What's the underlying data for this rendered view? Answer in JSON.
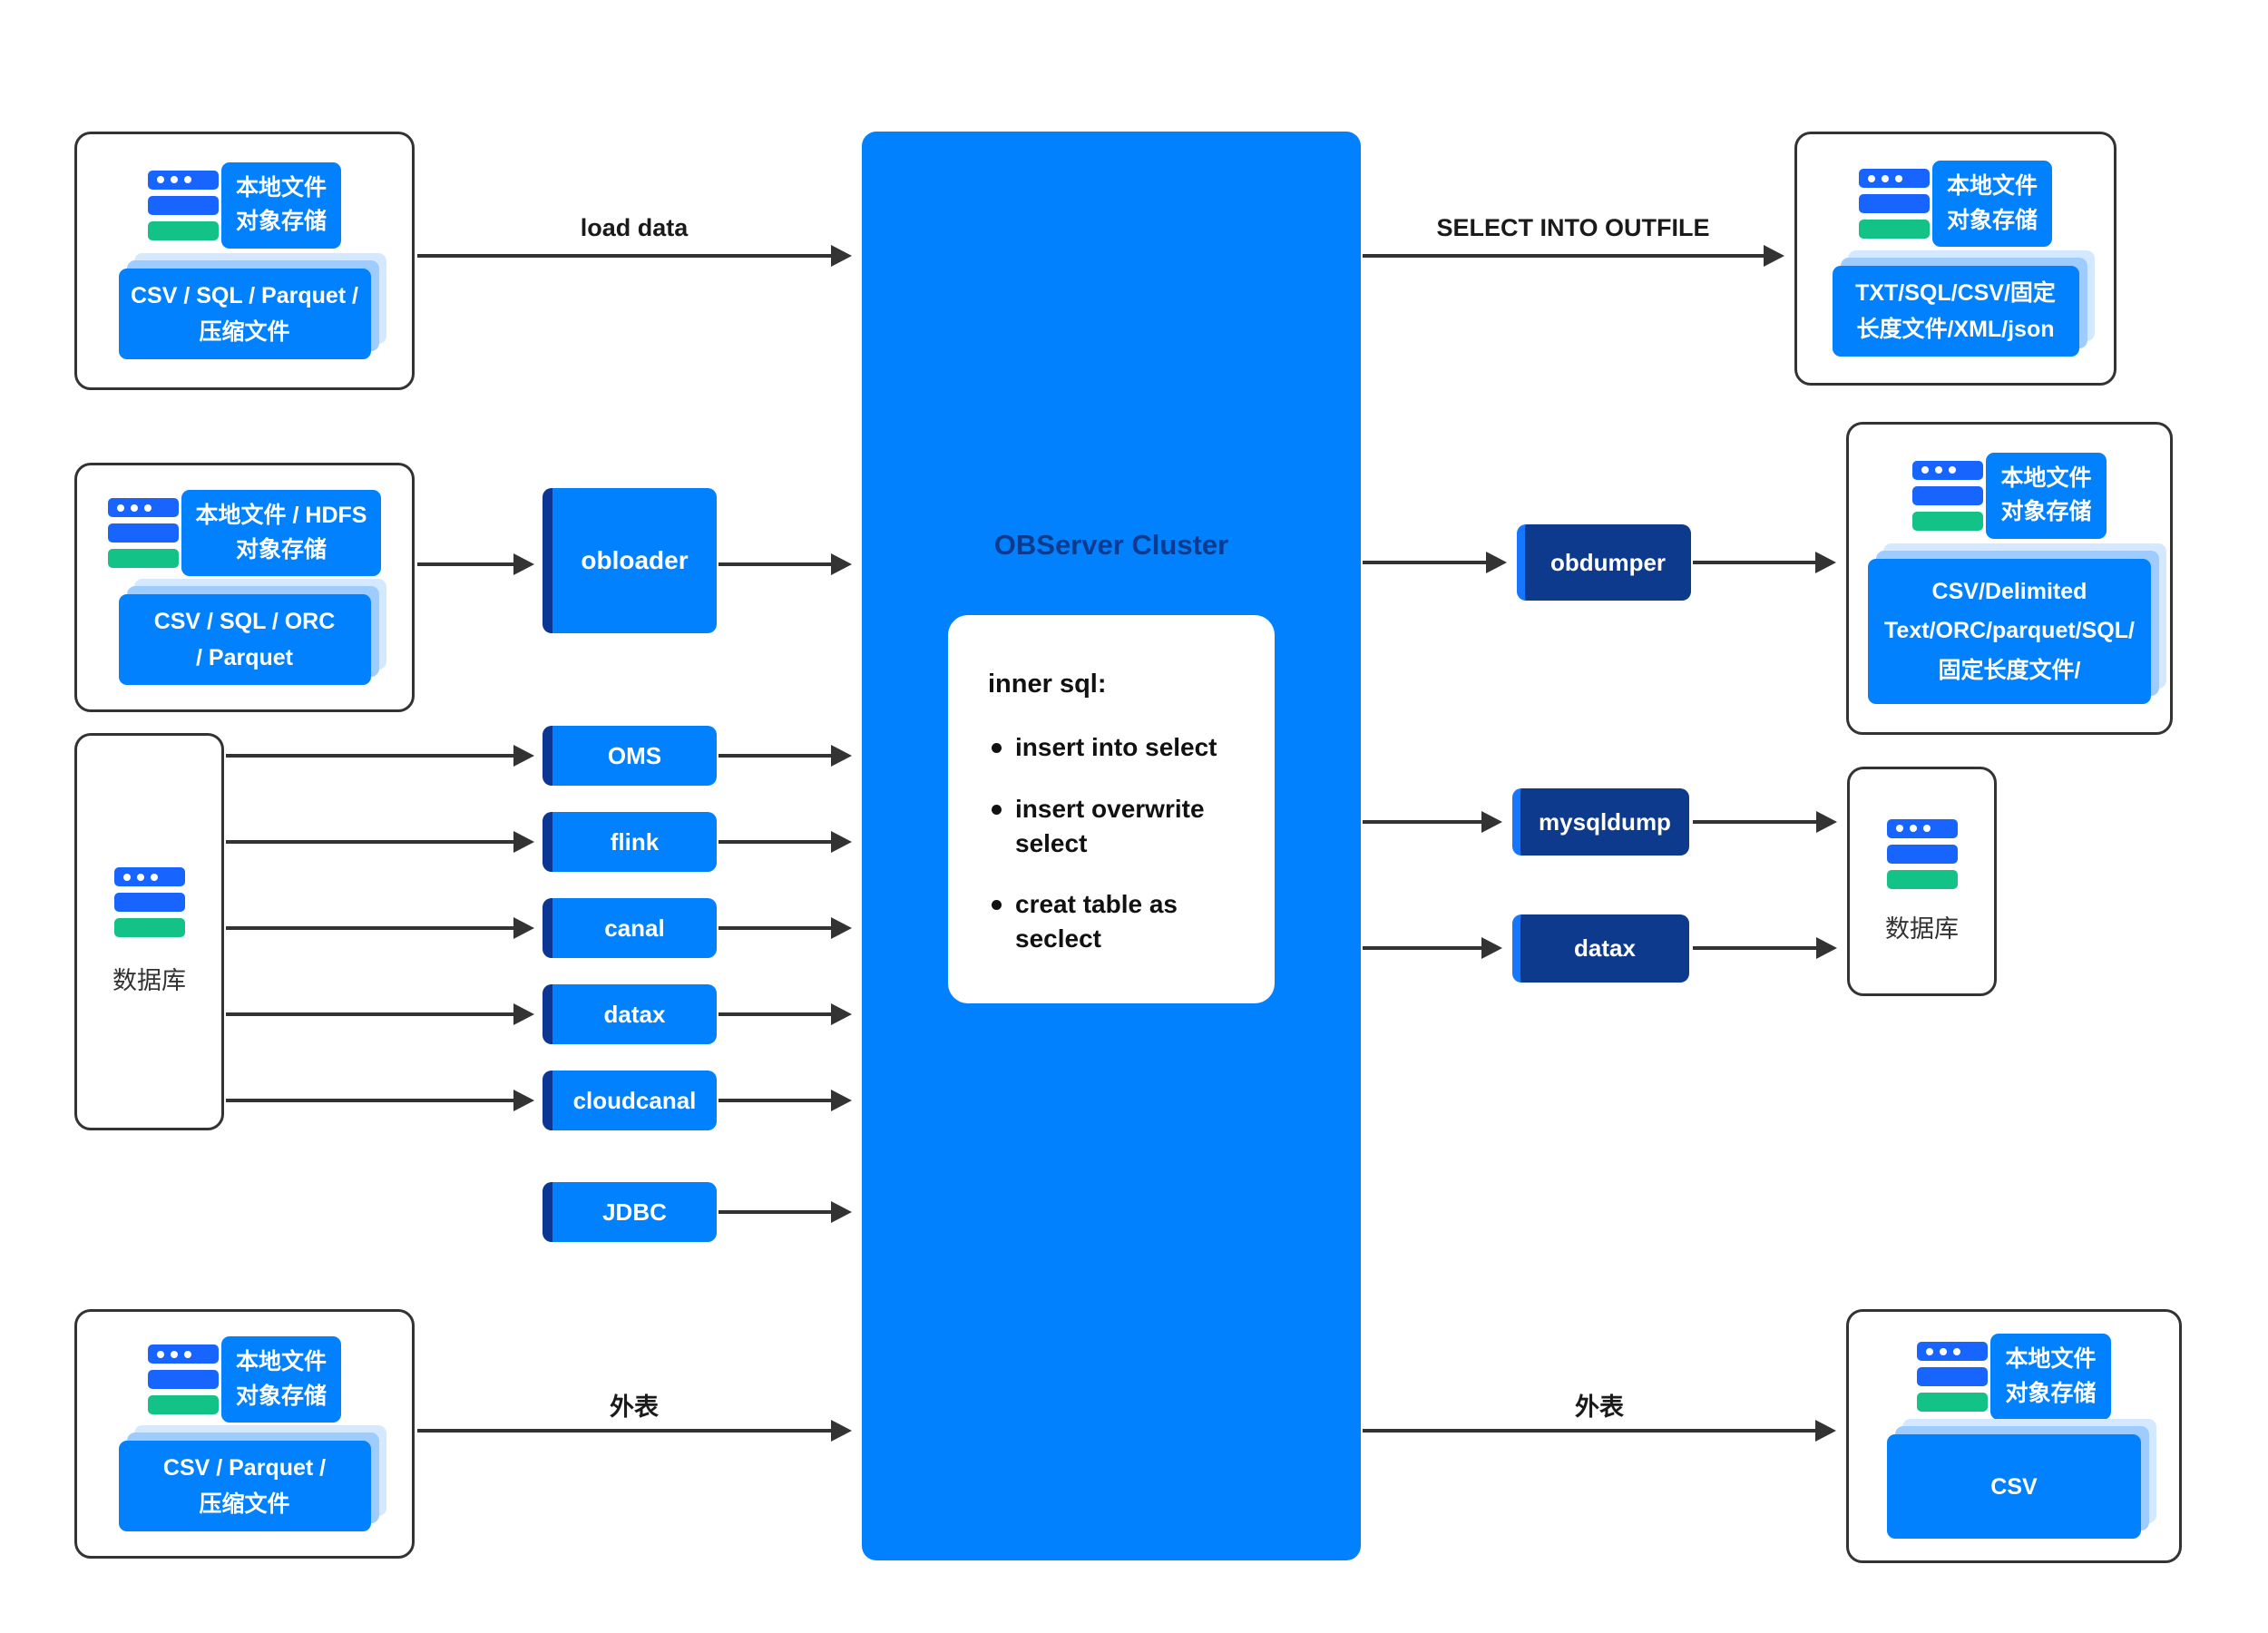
{
  "cluster": {
    "title": "OBServer Cluster",
    "inner_heading": "inner sql:",
    "bullets": [
      "insert into select",
      "insert overwrite select",
      "creat table as seclect"
    ]
  },
  "edges": {
    "load_data": "load data",
    "select_into_outfile": "SELECT INTO OUTFILE",
    "external_in": "外表",
    "external_out": "外表"
  },
  "tools": {
    "obloader": "obloader",
    "oms": "OMS",
    "flink": "flink",
    "canal": "canal",
    "datax_in": "datax",
    "cloudcanal": "cloudcanal",
    "jdbc": "JDBC",
    "obdumper": "obdumper",
    "mysqldump": "mysqldump",
    "datax_out": "datax"
  },
  "nodes": {
    "source_local": {
      "label": "本地文件\n对象存储",
      "formats": "CSV / SQL / Parquet /\n压缩文件"
    },
    "source_hdfs": {
      "label": "本地文件 / HDFS\n对象存储",
      "formats": "CSV / SQL / ORC\n/ Parquet"
    },
    "source_database": {
      "label": "数据库"
    },
    "source_external": {
      "label": "本地文件\n对象存储",
      "formats": "CSV / Parquet /\n压缩文件"
    },
    "target_outfile": {
      "label": "本地文件\n对象存储",
      "formats": "TXT/SQL/CSV/固定\n长度文件/XML/json"
    },
    "target_dump": {
      "label": "本地文件\n对象存储",
      "formats": "CSV/Delimited\nText/ORC/parquet/SQL/\n固定长度文件/"
    },
    "target_database": {
      "label": "数据库"
    },
    "target_external": {
      "label": "本地文件\n对象存储",
      "formats": "CSV"
    }
  },
  "colors": {
    "primary_blue": "#0181fd",
    "navy": "#0d3a8c",
    "icon_blue": "#1765fe",
    "icon_green": "#12c286",
    "stack_light": "#9fccff",
    "stack_lighter": "#d4e9ff",
    "arrow": "#333333"
  }
}
